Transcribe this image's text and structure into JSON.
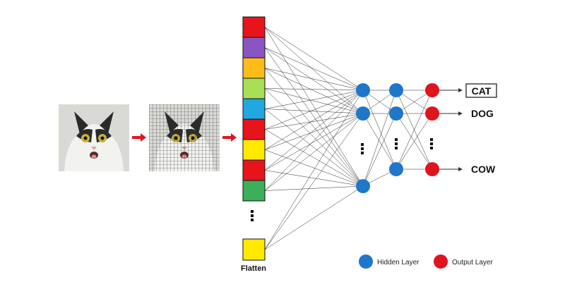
{
  "labels": {
    "flatten": "Flatten",
    "outputs": [
      "CAT",
      "DOG",
      "COW"
    ]
  },
  "legend": {
    "hidden": "Hidden Layer",
    "output": "Output Layer"
  },
  "colors": {
    "hidden_node": "#1f77c9",
    "output_node": "#e0141e",
    "arrow": "#e0141e",
    "flatten_cells": [
      "#e8141c",
      "#8a55c3",
      "#ffbb1a",
      "#a8df57",
      "#22a8e0",
      "#e8141c",
      "#ffe900",
      "#e8141c",
      "#3caf5a",
      "#ffe900"
    ]
  },
  "icons": {
    "input_image": "cat-photo-icon",
    "grid_image": "cat-grid-photo-icon",
    "ellipsis": "vertical-ellipsis-icon"
  }
}
